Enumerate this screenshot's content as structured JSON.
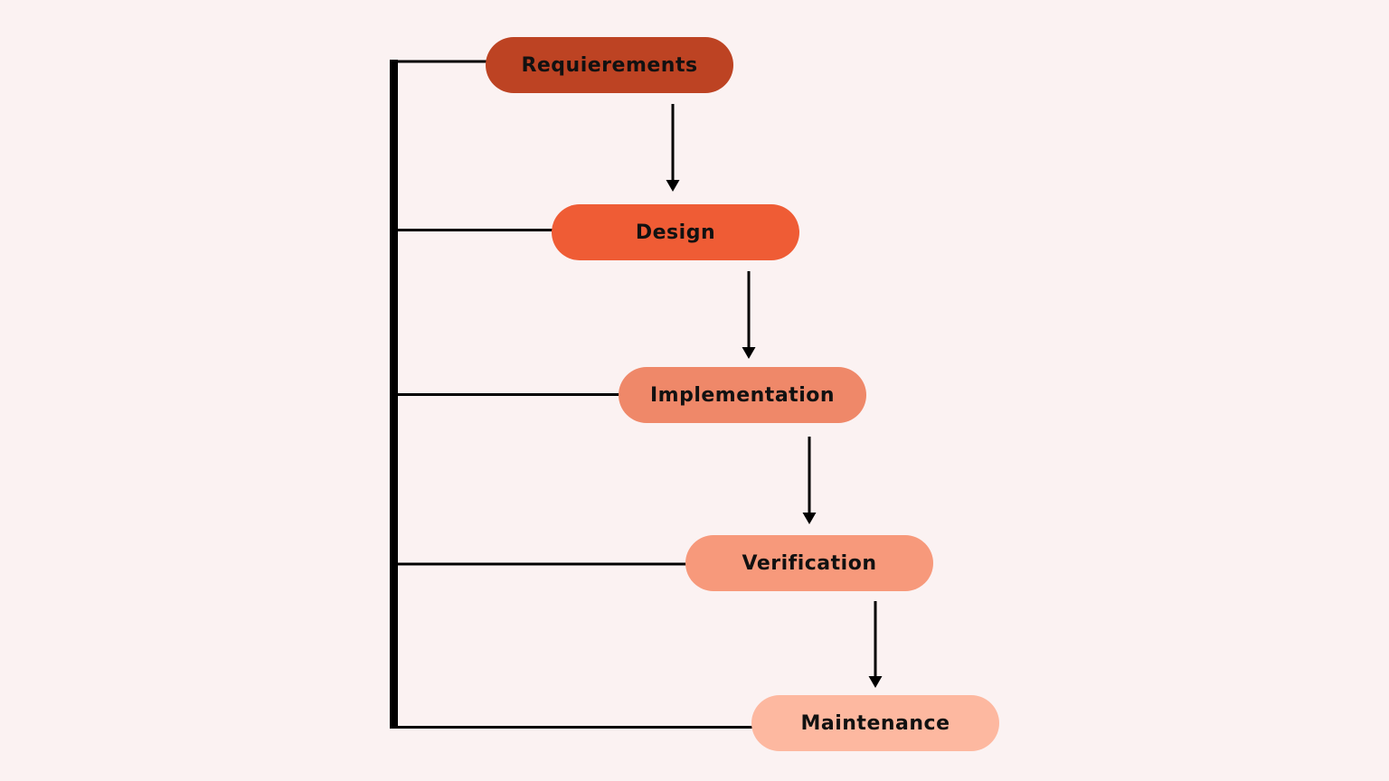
{
  "diagram": {
    "steps": [
      {
        "label": "Requierements",
        "color": "#bd4323"
      },
      {
        "label": "Design",
        "color": "#ef5c35"
      },
      {
        "label": "Implementation",
        "color": "#ef8869"
      },
      {
        "label": "Verification",
        "color": "#f7997b"
      },
      {
        "label": "Maintenance",
        "color": "#fdb8a0"
      }
    ],
    "line_color": "#000000",
    "background": "#fbf2f2"
  }
}
